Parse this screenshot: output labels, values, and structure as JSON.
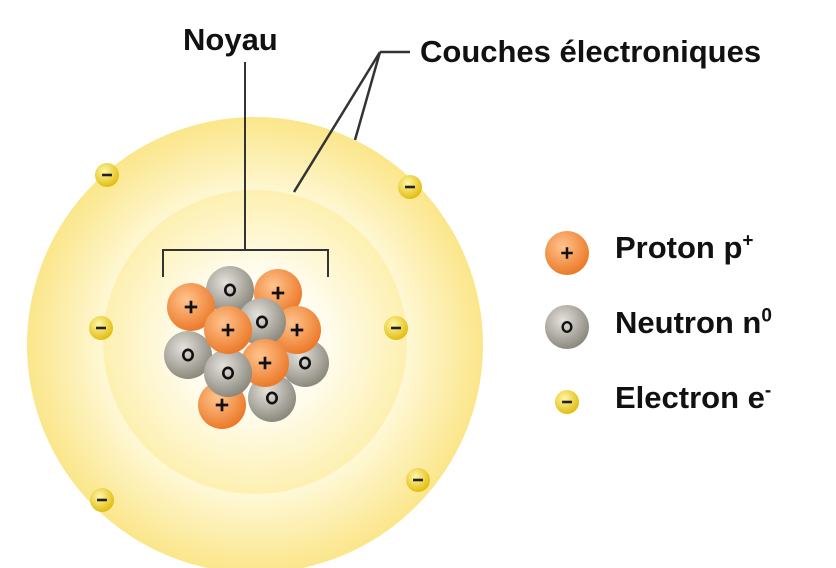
{
  "labels": {
    "nucleus": "Noyau",
    "shells": "Couches électroniques"
  },
  "legend": [
    {
      "name": "Proton p",
      "sup": "+",
      "symbol": "+"
    },
    {
      "name": "Neutron n",
      "sup": "0",
      "symbol": "o"
    },
    {
      "name": "Electron e",
      "sup": "-",
      "symbol": "–"
    }
  ],
  "colors": {
    "proton": "#f08a3c",
    "neutron": "#9a978c",
    "electron": "#f2d52a",
    "shell": "#fcefa0"
  }
}
